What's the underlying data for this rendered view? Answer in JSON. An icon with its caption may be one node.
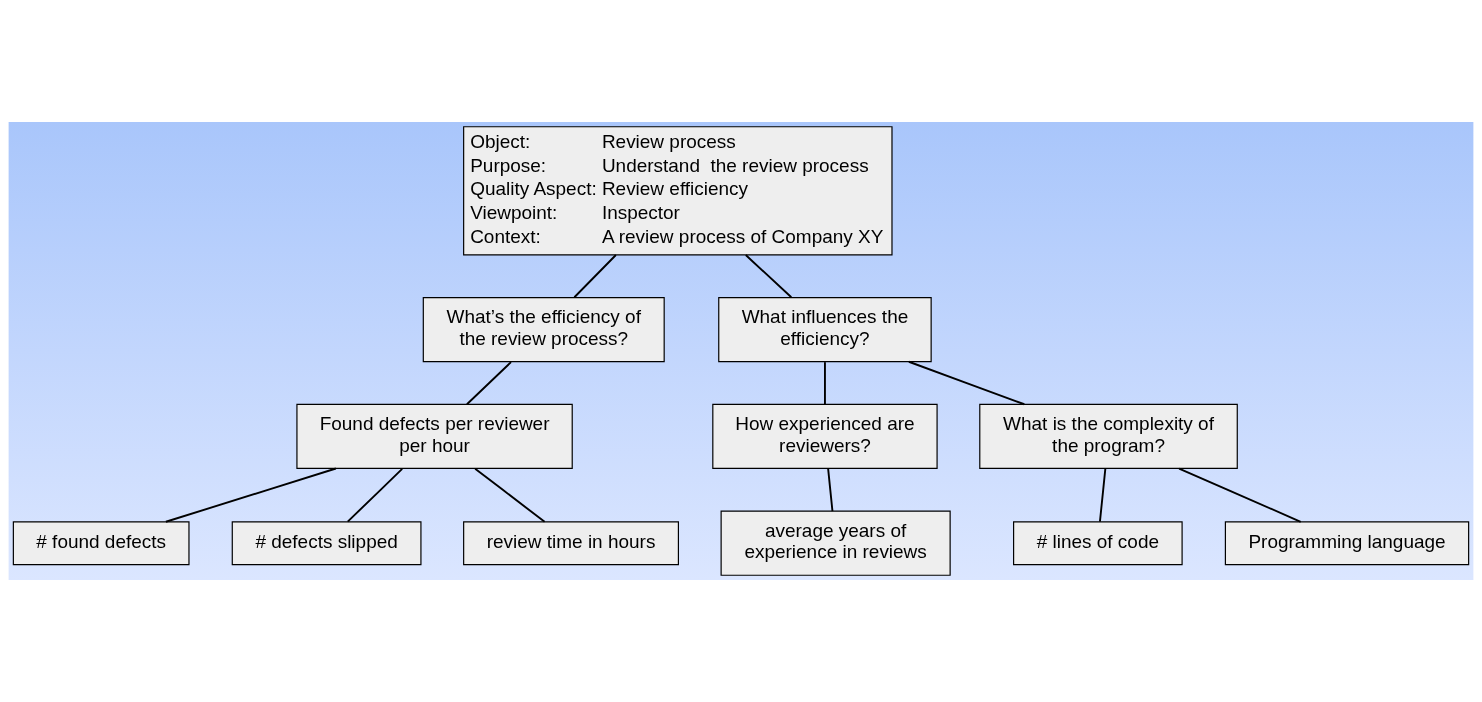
{
  "diagram": {
    "nodes": [
      {
        "text": [
          "Object:",
          "Review process",
          "Purpose:",
          "Understand  the review process",
          "Quality Aspect:",
          "Review efficiency",
          "Viewpoint:",
          "Inspector",
          "Context:",
          "A review process of Company XY"
        ]
      },
      {
        "text": [
          "What’s the efficiency of the review process?"
        ]
      },
      {
        "text": [
          "What influences the efficiency?"
        ]
      },
      {
        "text": [
          "Found defects per reviewer per hour"
        ]
      },
      {
        "text": [
          "# found defects"
        ]
      },
      {
        "text": [
          "# defects slipped"
        ]
      },
      {
        "text": [
          "review time in hours"
        ]
      },
      {
        "text": [
          "How experienced are reviewers?"
        ]
      },
      {
        "text": [
          "What is the complexity of the program?"
        ]
      },
      {
        "text": [
          "average years of experience in reviews"
        ]
      },
      {
        "text": [
          "# lines of code"
        ]
      },
      {
        "text": [
          "Programming language"
        ]
      }
    ],
    "edges": [
      {
        "from": 0,
        "to": 1,
        "arrow": "none"
      },
      {
        "from": 0,
        "to": 2,
        "arrow": "none"
      },
      {
        "from": 1,
        "to": 3,
        "arrow": "none"
      },
      {
        "from": 3,
        "to": 4,
        "arrow": "none"
      },
      {
        "from": 3,
        "to": 6,
        "arrow": "none"
      },
      {
        "from": 3,
        "to": 5,
        "arrow": "none"
      },
      {
        "from": 2,
        "to": 7,
        "arrow": "none"
      },
      {
        "from": 2,
        "to": 8,
        "arrow": "none"
      },
      {
        "from": 7,
        "to": 9,
        "arrow": "none"
      },
      {
        "from": 8,
        "to": 10,
        "arrow": "none"
      },
      {
        "from": 8,
        "to": 11,
        "arrow": "none"
      }
    ]
  }
}
